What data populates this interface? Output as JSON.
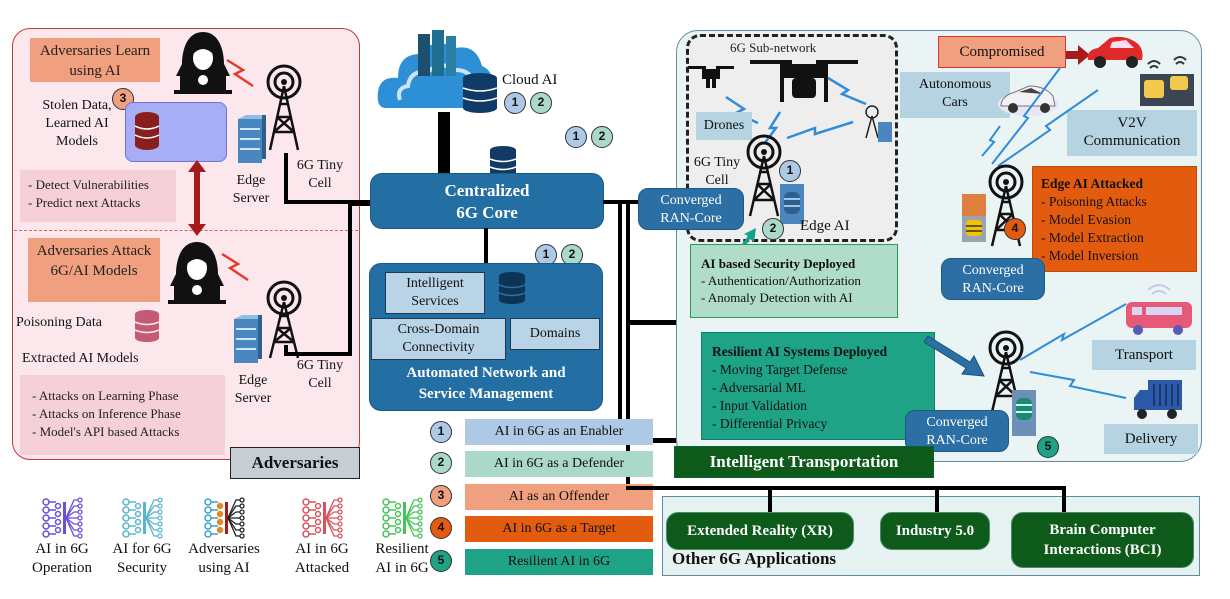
{
  "adversaries": {
    "learn_box": "Adversaries Learn using AI",
    "stolen_label": [
      "Stolen Data,",
      "Learned AI",
      "Models"
    ],
    "learn_bullets": [
      "- Detect Vulnerabilities",
      "- Predict next Attacks"
    ],
    "attack_box": "Adversaries Attack 6G/AI Models",
    "poisoning_label": "Poisoning Data",
    "extracted_label": "Extracted AI Models",
    "attack_bullets": [
      "- Attacks on Learning Phase",
      "- Attacks on Inference Phase",
      "- Model's API based Attacks"
    ],
    "edge_server": "Edge Server",
    "tiny_cell": "6G Tiny Cell",
    "tag": "Adversaries",
    "badge": "3"
  },
  "core": {
    "cloud_ai": "Cloud AI",
    "centralized": [
      "Centralized",
      "6G Core"
    ],
    "automated": {
      "intelligent_services": "Intelligent Services",
      "cross_domain": "Cross-Domain Connectivity",
      "domains": "Domains",
      "title": [
        "Automated Network and",
        "Service Management"
      ]
    },
    "badges": [
      "1",
      "2"
    ]
  },
  "transport": {
    "subnet_title": "6G Sub-network",
    "drones": "Drones",
    "tiny_cell": "6G Tiny Cell",
    "edge_ai": "Edge AI",
    "converged": [
      "Converged",
      "RAN-Core"
    ],
    "compromised": "Compromised",
    "autonomous_cars": [
      "Autonomous",
      "Cars"
    ],
    "v2v": [
      "V2V",
      "Communication"
    ],
    "edge_attacked": {
      "title": "Edge AI Attacked",
      "items": [
        "- Poisoning Attacks",
        "- Model Evasion",
        "- Model Extraction",
        "- Model Inversion"
      ]
    },
    "security_deployed": {
      "title": "AI based Security Deployed",
      "items": [
        "- Authentication/Authorization",
        "- Anomaly Detection with AI"
      ]
    },
    "resilient_deployed": {
      "title": "Resilient AI Systems Deployed",
      "items": [
        "- Moving Target Defense",
        "- Adversarial ML",
        "- Input Validation",
        "- Differential Privacy"
      ]
    },
    "transport_label": "Transport",
    "delivery_label": "Delivery",
    "section_title": "Intelligent Transportation",
    "badges": {
      "b1": "1",
      "b2": "2",
      "b4": "4",
      "b5": "5"
    }
  },
  "legend": [
    {
      "num": "1",
      "label": "AI in 6G as an Enabler",
      "color": "#aec9e6"
    },
    {
      "num": "2",
      "label": "AI in 6G as a Defender",
      "color": "#abd9c9"
    },
    {
      "num": "3",
      "label": "AI as an Offender",
      "color": "#f1a07f"
    },
    {
      "num": "4",
      "label": "AI in 6G as a Target",
      "color": "#e35b0e"
    },
    {
      "num": "5",
      "label": "Resilient AI in 6G",
      "color": "#1ea387"
    }
  ],
  "icon_legend": [
    {
      "icon": "neural-net-purple-icon",
      "label": [
        "AI in 6G",
        "Operation"
      ],
      "color": "#6a4fd9"
    },
    {
      "icon": "neural-net-cyan-icon",
      "label": [
        "AI for 6G",
        "Security"
      ],
      "color": "#5bb5cc"
    },
    {
      "icon": "neural-net-adversary-icon",
      "label": [
        "Adversaries",
        "using AI"
      ],
      "color": "#2b6f9a"
    },
    {
      "icon": "neural-net-red-icon",
      "label": [
        "AI in 6G",
        "Attacked"
      ],
      "color": "#d8545c"
    },
    {
      "icon": "neural-net-green-icon",
      "label": [
        "Resilient",
        "AI in 6G"
      ],
      "color": "#45c458"
    }
  ],
  "applications": {
    "title": "Other 6G Applications",
    "items": [
      "Extended Reality (XR)",
      "Industry 5.0",
      "Brain Computer Interactions (BCI)"
    ]
  },
  "colors": {
    "core_blue": "#236ea3",
    "adversary_bg": "#fce8ec",
    "transport_bg": "#eaf4f4",
    "app_green": "#0e5a1b",
    "edge_attacked": "#e35b0e",
    "resilient": "#1ea387",
    "security": "#b0dcca"
  }
}
